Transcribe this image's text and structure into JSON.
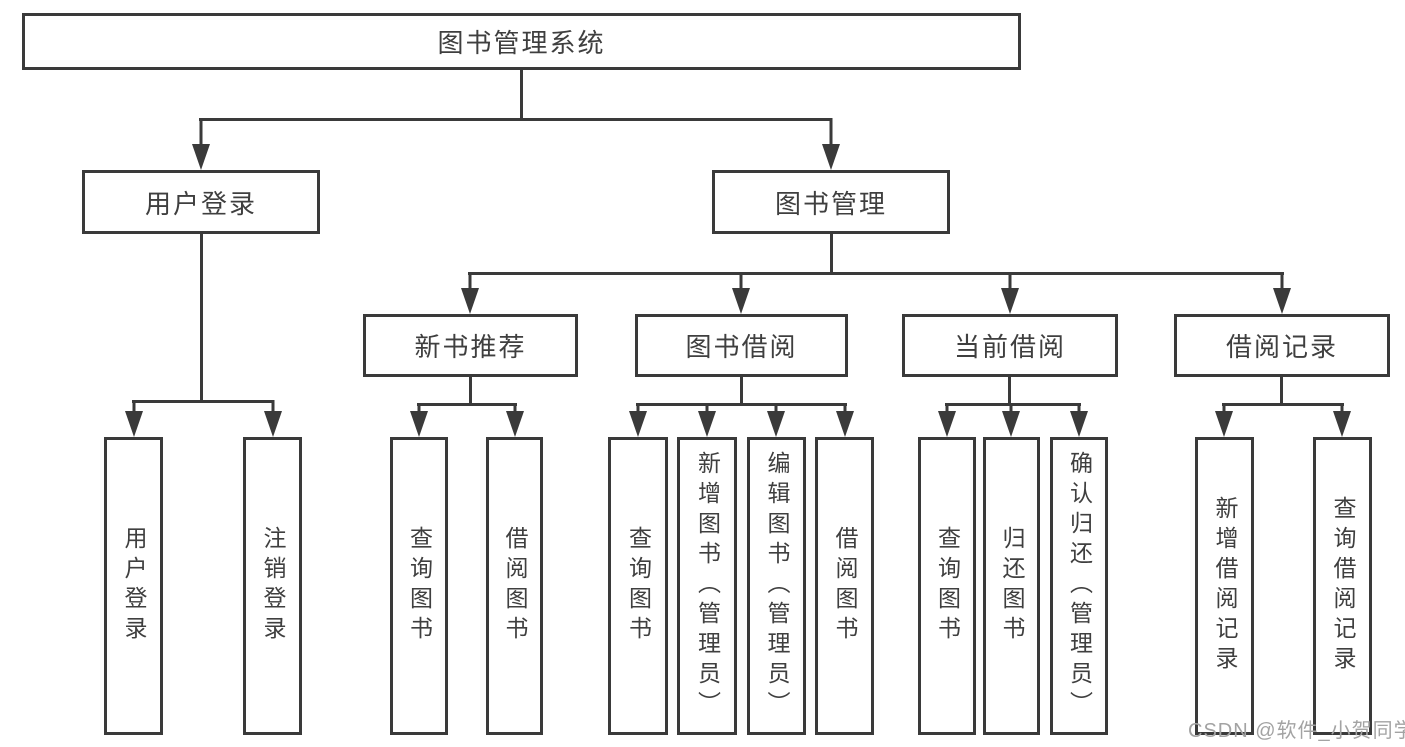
{
  "diagram": {
    "type": "tree",
    "orientation": "top-down",
    "tree": {
      "root": {
        "label": "图书管理系统"
      },
      "children": [
        {
          "label": "用户登录",
          "children": [
            {
              "label": "用户登录"
            },
            {
              "label": "注销登录"
            }
          ]
        },
        {
          "label": "图书管理",
          "children": [
            {
              "label": "新书推荐",
              "children": [
                {
                  "label": "查询图书"
                },
                {
                  "label": "借阅图书"
                }
              ]
            },
            {
              "label": "图书借阅",
              "children": [
                {
                  "label": "查询图书"
                },
                {
                  "label": "新增图书（管理员）"
                },
                {
                  "label": "编辑图书（管理员）"
                },
                {
                  "label": "借阅图书"
                }
              ]
            },
            {
              "label": "当前借阅",
              "children": [
                {
                  "label": "查询图书"
                },
                {
                  "label": "归还图书"
                },
                {
                  "label": "确认归还（管理员）"
                }
              ]
            },
            {
              "label": "借阅记录",
              "children": [
                {
                  "label": "新增借阅记录"
                },
                {
                  "label": "查询借阅记录"
                }
              ]
            }
          ]
        }
      ]
    },
    "colors": {
      "line": "#3a3a3a",
      "node_text": "#3f3f3f",
      "background": "#ffffff",
      "watermark_text": "#a3a3a3"
    }
  },
  "watermark": "CSDN @软件_小贺同学"
}
